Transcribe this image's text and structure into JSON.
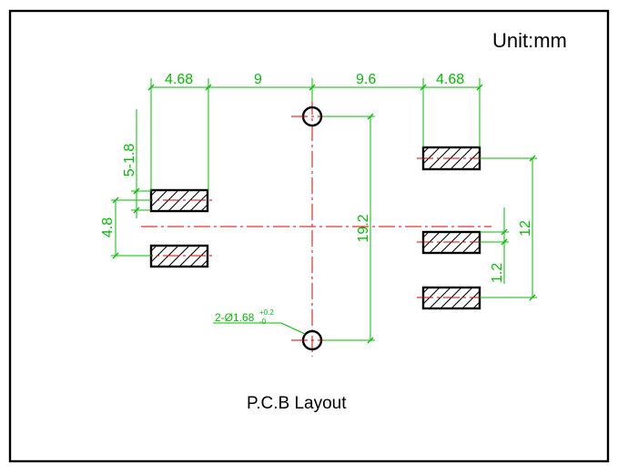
{
  "unit_label": "Unit:mm",
  "title": "P.C.B Layout",
  "dimensions": {
    "pad_width_left": "4.68",
    "spacing_left": "9",
    "spacing_right": "9.6",
    "pad_width_right": "4.68",
    "pad_pitch_left": "5-1.8",
    "pad_offset_left": "4.8",
    "hole_spacing": "19.2",
    "pad_span_right": "12",
    "pad_pitch_right": "1.2",
    "hole_label_main": "2-Ø1.68",
    "hole_tol_upper": "+0.2",
    "hole_tol_lower": "-0"
  },
  "colors": {
    "outline": "#000000",
    "dimension": "#00c000",
    "centerline": "#dd0000"
  }
}
